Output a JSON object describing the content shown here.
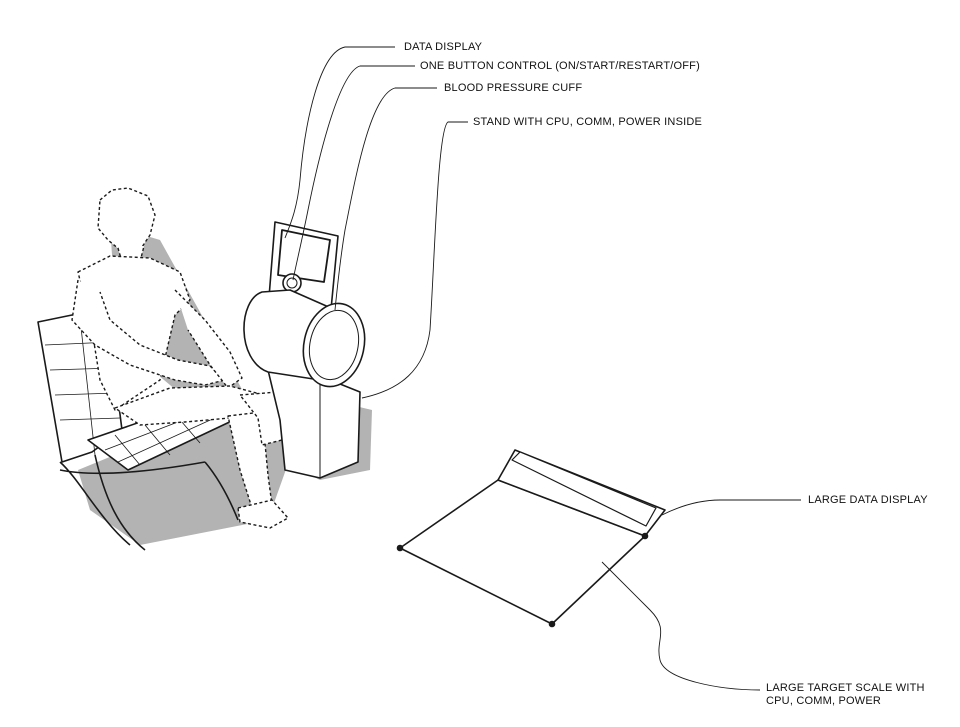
{
  "callouts": {
    "data_display": "DATA DISPLAY",
    "one_button": "ONE BUTTON CONTROL (ON/START/RESTART/OFF)",
    "bp_cuff": "BLOOD PRESSURE CUFF",
    "stand": "STAND WITH CPU, COMM, POWER INSIDE",
    "large_display": "LARGE DATA DISPLAY",
    "scale_line1": "LARGE TARGET SCALE WITH",
    "scale_line2": "CPU, COMM, POWER"
  },
  "colors": {
    "ink": "#1a1a1a",
    "shadow": "#b3b3b3",
    "paper": "#ffffff"
  }
}
